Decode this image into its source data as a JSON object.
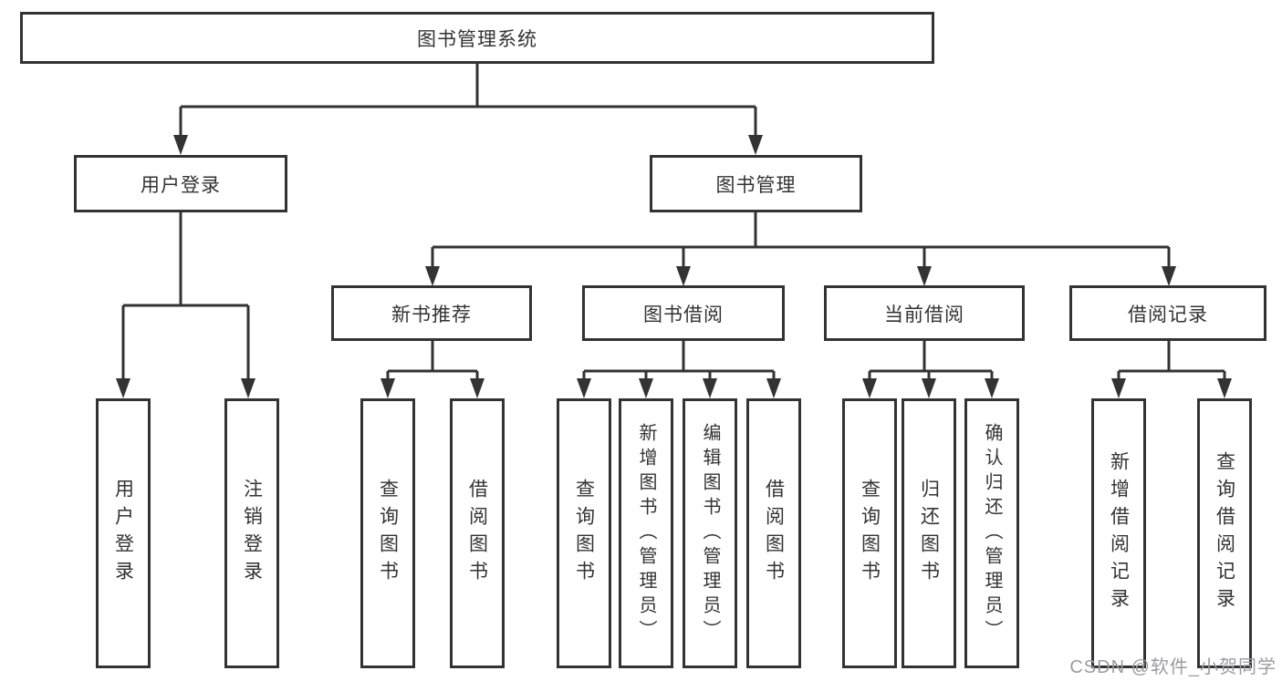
{
  "page": {
    "type": "hierarchy-diagram",
    "background": "#ffffff"
  },
  "colors": {
    "line": "#333333",
    "box_border": "#333333",
    "box_fill": "#ffffff",
    "text": "#333333",
    "watermark": "#9b9ba3"
  },
  "nodes": {
    "root": {
      "label": "图书管理系统"
    },
    "login": {
      "label": "用户登录"
    },
    "book_mgmt": {
      "label": "图书管理"
    },
    "new_book": {
      "label": "新书推荐"
    },
    "book_borrow": {
      "label": "图书借阅"
    },
    "current_borrow": {
      "label": "当前借阅"
    },
    "borrow_records": {
      "label": "借阅记录"
    },
    "user_login": {
      "label": "用户登录"
    },
    "logout": {
      "label": "注销登录"
    },
    "nb_query_book": {
      "label": "查询图书"
    },
    "nb_borrow_book": {
      "label": "借阅图书"
    },
    "bb_query_book": {
      "label": "查询图书"
    },
    "bb_add_book": {
      "label": "新增图书（管理员）"
    },
    "bb_edit_book": {
      "label": "编辑图书（管理员）"
    },
    "bb_borrow_book": {
      "label": "借阅图书"
    },
    "cb_query_book": {
      "label": "查询图书"
    },
    "cb_return_book": {
      "label": "归还图书"
    },
    "cb_confirm_return": {
      "label": "确认归还（管理员）"
    },
    "br_add_record": {
      "label": "新增借阅记录"
    },
    "br_query_record": {
      "label": "查询借阅记录"
    }
  },
  "edges": [
    {
      "from": "root",
      "to": [
        "login",
        "book_mgmt"
      ]
    },
    {
      "from": "login",
      "to": [
        "user_login",
        "logout"
      ]
    },
    {
      "from": "book_mgmt",
      "to": [
        "new_book",
        "book_borrow",
        "current_borrow",
        "borrow_records"
      ]
    },
    {
      "from": "new_book",
      "to": [
        "nb_query_book",
        "nb_borrow_book"
      ]
    },
    {
      "from": "book_borrow",
      "to": [
        "bb_query_book",
        "bb_add_book",
        "bb_edit_book",
        "bb_borrow_book"
      ]
    },
    {
      "from": "current_borrow",
      "to": [
        "cb_query_book",
        "cb_return_book",
        "cb_confirm_return"
      ]
    },
    {
      "from": "borrow_records",
      "to": [
        "br_add_record",
        "br_query_record"
      ]
    }
  ],
  "watermark": {
    "text": "CSDN @软件_小贺同学"
  }
}
